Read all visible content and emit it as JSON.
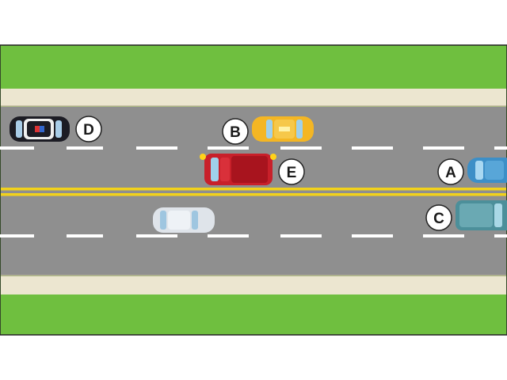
{
  "colors": {
    "grass": "#6fbf3f",
    "sidewalk": "#ece6d0",
    "road": "#8f8f8f",
    "lane_dash": "#ffffff",
    "center_line": "#f2d21b",
    "label_circle": "#ffffff"
  },
  "vehicles": [
    {
      "label": "D",
      "type": "police-car",
      "body_color": "#1c1c24",
      "lane": "top-outer",
      "facing": "left"
    },
    {
      "label": "B",
      "type": "taxi",
      "body_color": "#f4b624",
      "lane": "top-outer",
      "facing": "left"
    },
    {
      "label": "E",
      "type": "pickup-truck",
      "body_color": "#c8202a",
      "lane": "top-inner",
      "facing": "left",
      "turn_signal": "on"
    },
    {
      "label": "A",
      "type": "car",
      "body_color": "#3d8fc7",
      "lane": "top-inner",
      "facing": "left"
    },
    {
      "label": "",
      "type": "car",
      "body_color": "#dfe4ea",
      "lane": "bottom-inner",
      "facing": "right"
    },
    {
      "label": "C",
      "type": "suv",
      "body_color": "#4c8f9a",
      "lane": "bottom-inner",
      "facing": "right"
    }
  ]
}
